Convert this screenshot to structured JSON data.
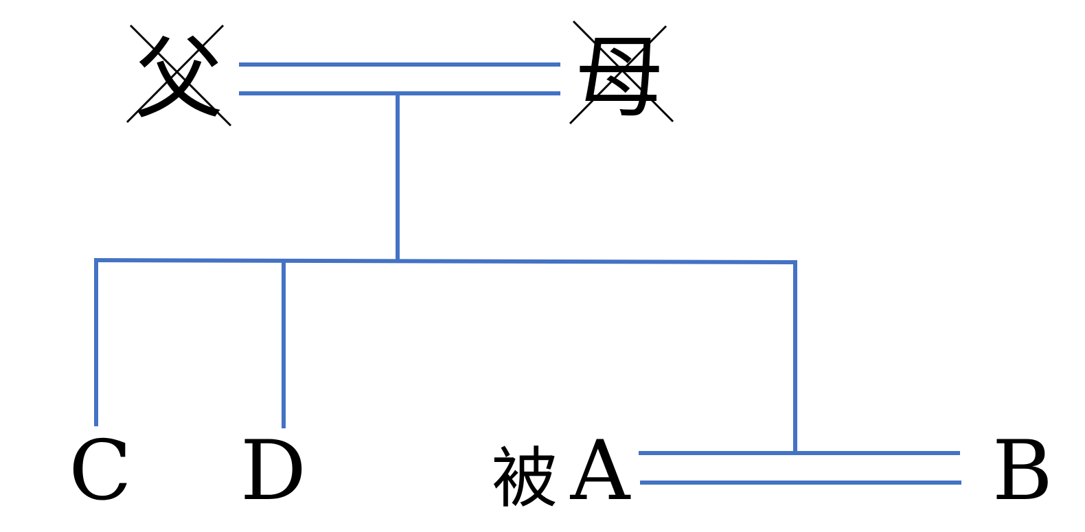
{
  "colors": {
    "line": "#4472C4",
    "text": "#000000",
    "cross": "#000000",
    "background": "#ffffff"
  },
  "nodes": {
    "father": {
      "label": "父",
      "deceased": true
    },
    "mother": {
      "label": "母",
      "deceased": true
    },
    "c": {
      "label": "C"
    },
    "d": {
      "label": "D"
    },
    "a": {
      "prefix": "被",
      "label": "A"
    },
    "b": {
      "label": "B"
    }
  }
}
